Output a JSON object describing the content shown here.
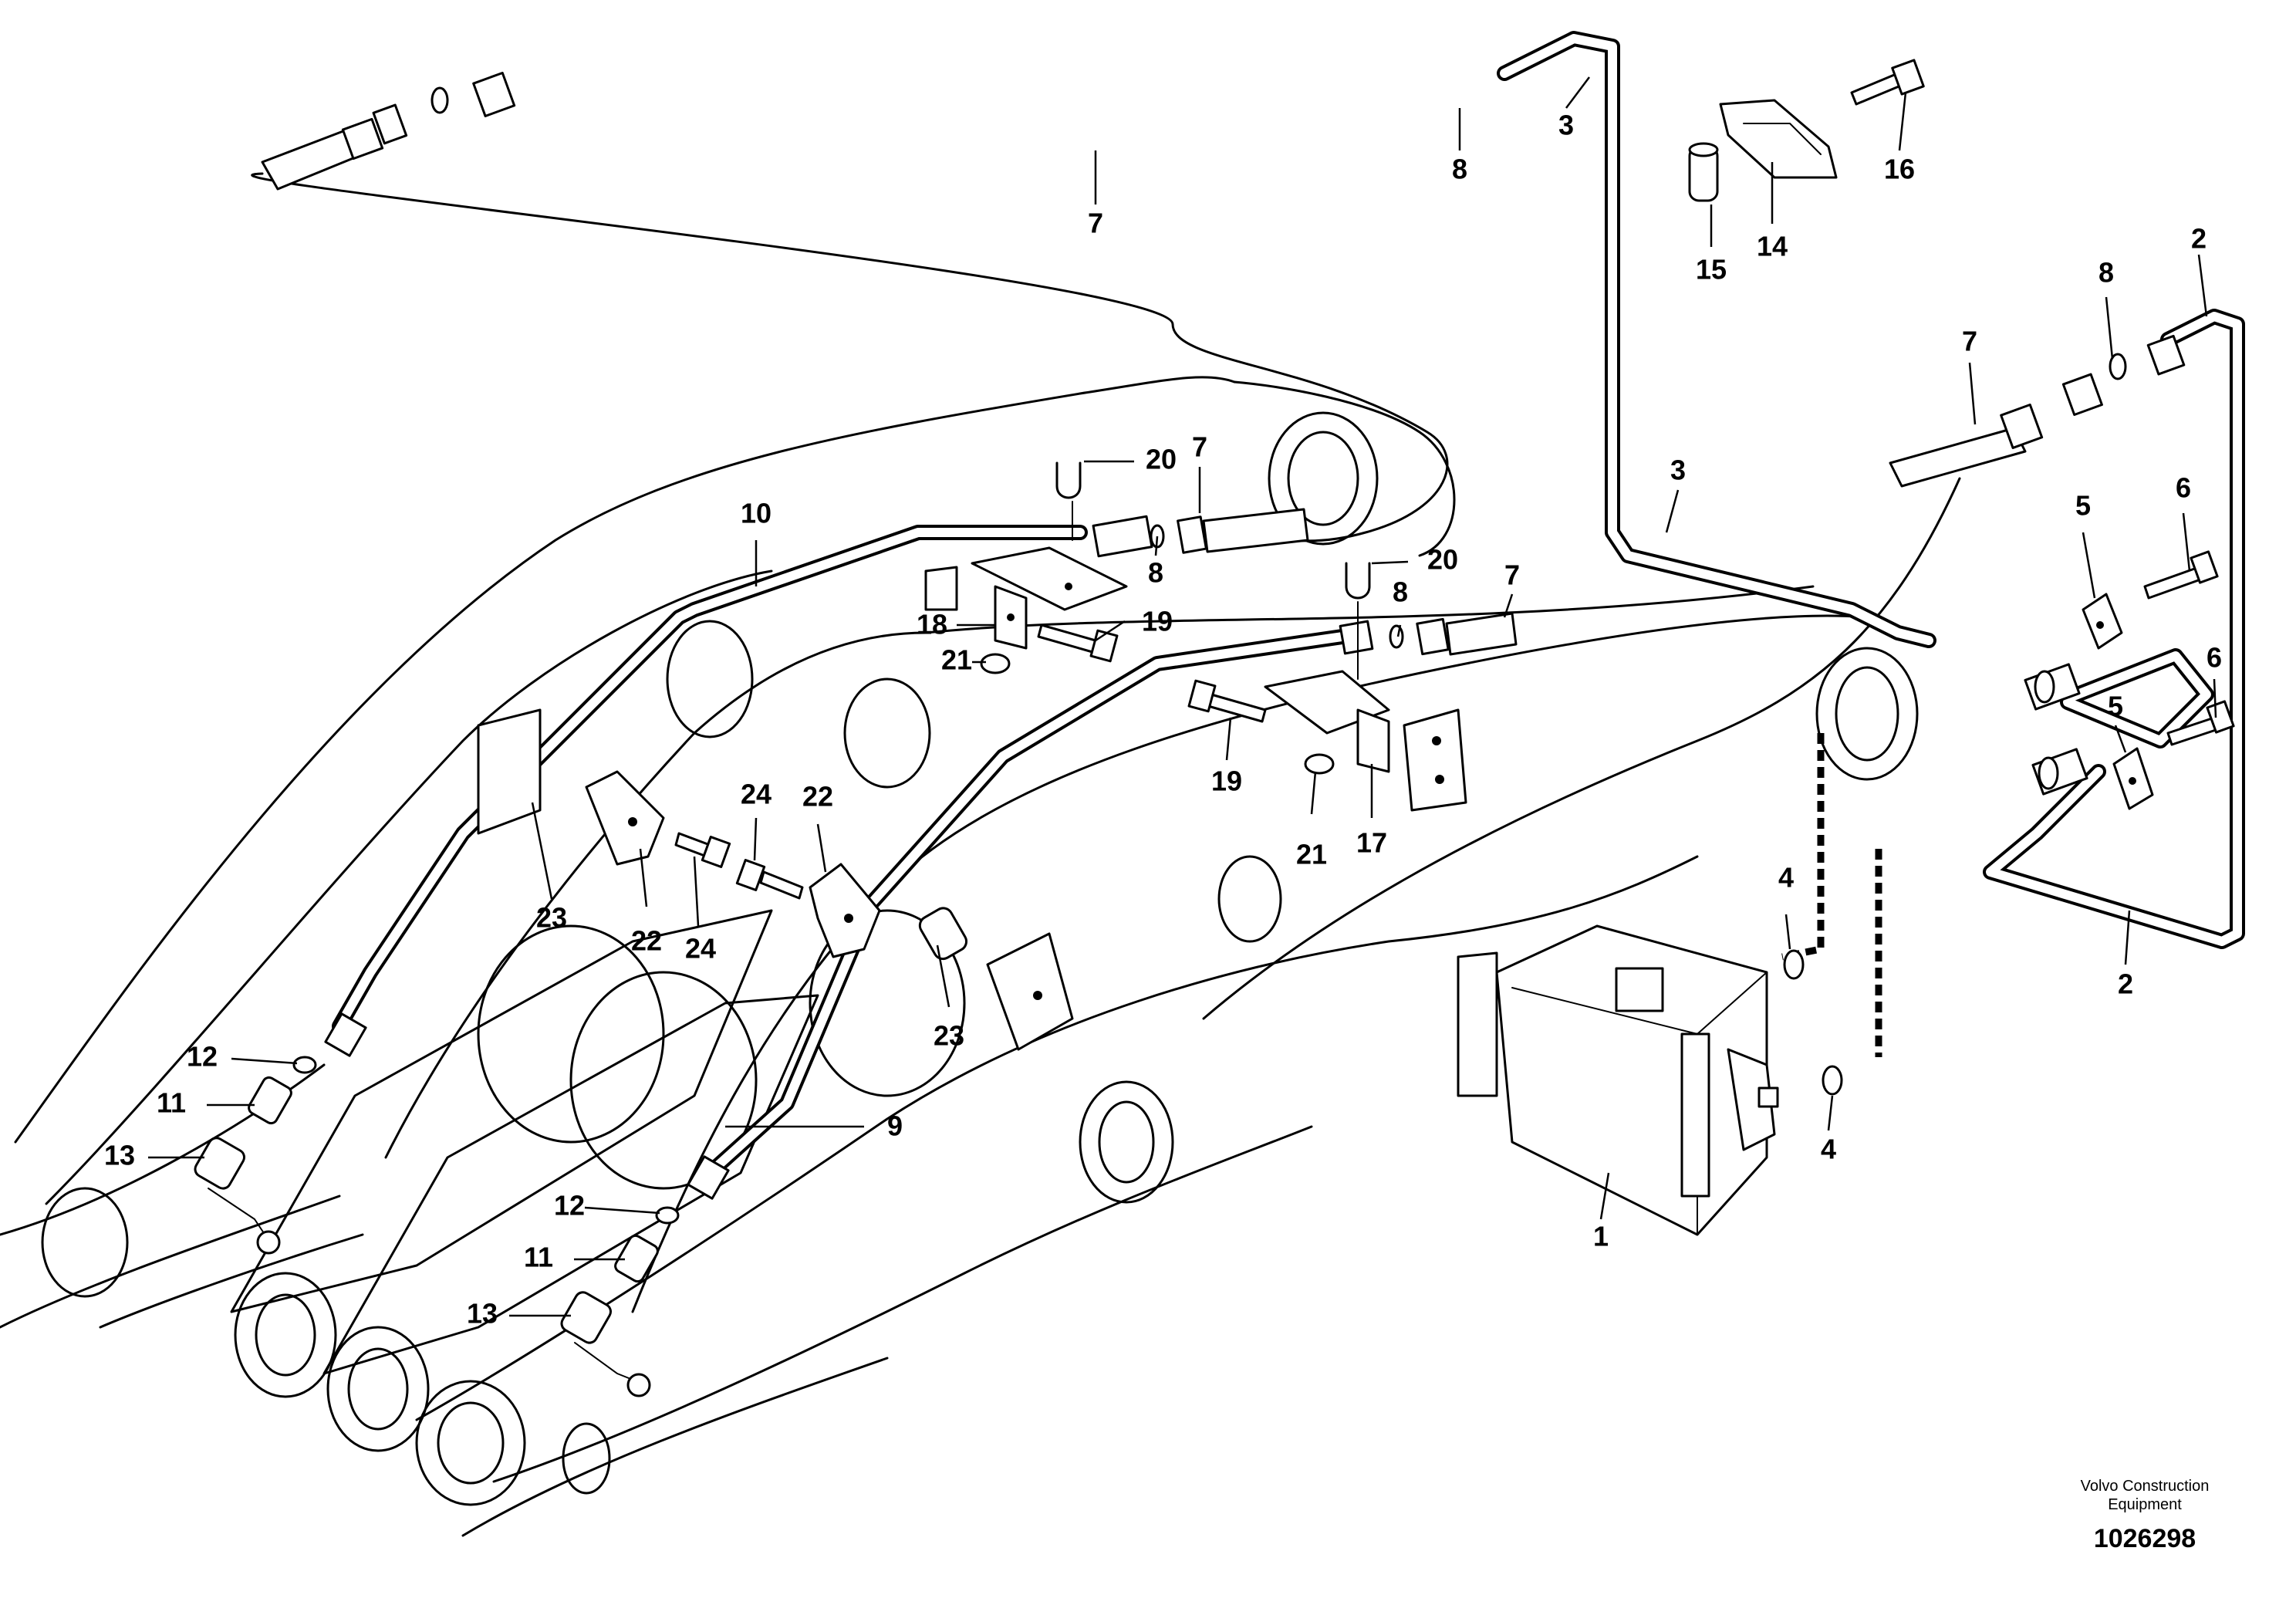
{
  "brand": {
    "line1": "Volvo Construction",
    "line2": "Equipment",
    "doc_number": "1026298"
  },
  "callouts": [
    {
      "id": "c1",
      "label": "1"
    },
    {
      "id": "c2a",
      "label": "2"
    },
    {
      "id": "c2b",
      "label": "2"
    },
    {
      "id": "c3a",
      "label": "3"
    },
    {
      "id": "c3b",
      "label": "3"
    },
    {
      "id": "c4a",
      "label": "4"
    },
    {
      "id": "c4b",
      "label": "4"
    },
    {
      "id": "c5a",
      "label": "5"
    },
    {
      "id": "c5b",
      "label": "5"
    },
    {
      "id": "c6a",
      "label": "6"
    },
    {
      "id": "c6b",
      "label": "6"
    },
    {
      "id": "c7a",
      "label": "7"
    },
    {
      "id": "c7b",
      "label": "7"
    },
    {
      "id": "c7c",
      "label": "7"
    },
    {
      "id": "c7d",
      "label": "7"
    },
    {
      "id": "c8a",
      "label": "8"
    },
    {
      "id": "c8b",
      "label": "8"
    },
    {
      "id": "c8c",
      "label": "8"
    },
    {
      "id": "c8d",
      "label": "8"
    },
    {
      "id": "c9",
      "label": "9"
    },
    {
      "id": "c10",
      "label": "10"
    },
    {
      "id": "c11a",
      "label": "11"
    },
    {
      "id": "c11b",
      "label": "11"
    },
    {
      "id": "c12a",
      "label": "12"
    },
    {
      "id": "c12b",
      "label": "12"
    },
    {
      "id": "c13a",
      "label": "13"
    },
    {
      "id": "c13b",
      "label": "13"
    },
    {
      "id": "c14",
      "label": "14"
    },
    {
      "id": "c15",
      "label": "15"
    },
    {
      "id": "c16",
      "label": "16"
    },
    {
      "id": "c17",
      "label": "17"
    },
    {
      "id": "c18",
      "label": "18"
    },
    {
      "id": "c19a",
      "label": "19"
    },
    {
      "id": "c19b",
      "label": "19"
    },
    {
      "id": "c20a",
      "label": "20"
    },
    {
      "id": "c20b",
      "label": "20"
    },
    {
      "id": "c21a",
      "label": "21"
    },
    {
      "id": "c21b",
      "label": "21"
    },
    {
      "id": "c22a",
      "label": "22"
    },
    {
      "id": "c22b",
      "label": "22"
    },
    {
      "id": "c23a",
      "label": "23"
    },
    {
      "id": "c23b",
      "label": "23"
    },
    {
      "id": "c24a",
      "label": "24"
    },
    {
      "id": "c24b",
      "label": "24"
    }
  ]
}
